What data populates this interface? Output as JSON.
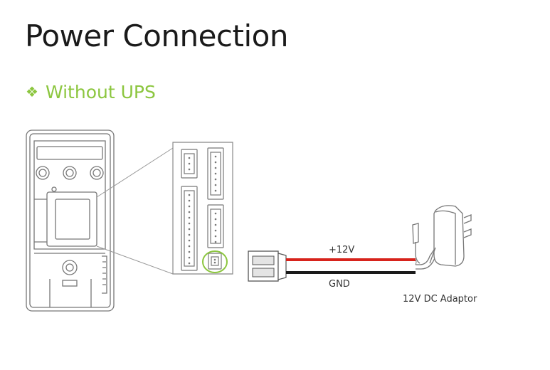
{
  "page": {
    "title": "Power Connection",
    "subtitle": "Without UPS"
  },
  "icons": {
    "subtitle_bullet": "diamond-four-bullet-icon"
  },
  "colors": {
    "accent_green": "#8cc63f",
    "positive_wire": "#d7231c",
    "ground_wire": "#1a1a1a",
    "outline": "#777777"
  },
  "wiring": {
    "positive_label": "+12V",
    "ground_label": "GND",
    "adaptor_label": "12V DC Adaptor"
  }
}
